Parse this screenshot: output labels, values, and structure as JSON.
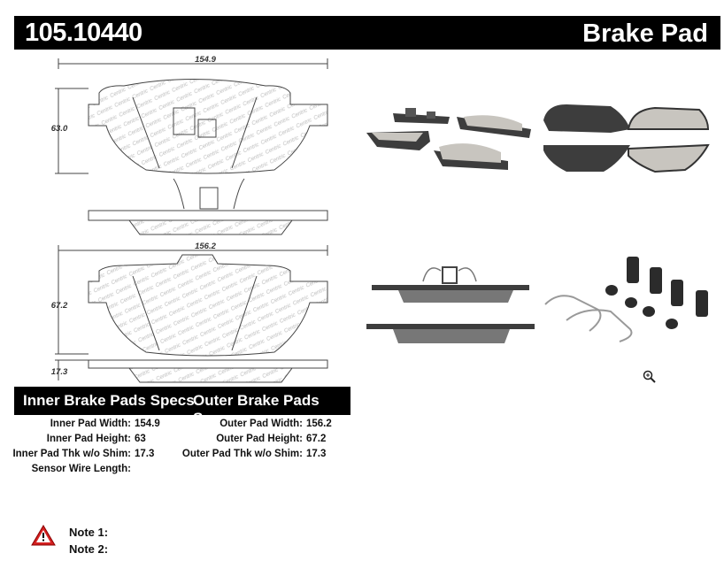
{
  "header": {
    "part_number": "105.10440",
    "product_type": "Brake Pad"
  },
  "drawing": {
    "inner_width": "154.9",
    "inner_height": "63.0",
    "outer_width": "156.2",
    "outer_height": "67.2",
    "thickness": "17.3"
  },
  "specs": {
    "inner_title": "Inner Brake Pads Specs",
    "outer_title": "Outer Brake Pads Specs",
    "inner_rows": [
      {
        "label": "Inner Pad Width:",
        "value": "154.9"
      },
      {
        "label": "Inner Pad Height:",
        "value": "63"
      },
      {
        "label": "Inner Pad Thk w/o Shim:",
        "value": "17.3"
      },
      {
        "label": "Sensor Wire Length:",
        "value": ""
      }
    ],
    "outer_rows": [
      {
        "label": "Outer Pad Width:",
        "value": "156.2"
      },
      {
        "label": "Outer Pad Height:",
        "value": "67.2"
      },
      {
        "label": "Outer Pad Thk w/o Shim:",
        "value": "17.3"
      }
    ]
  },
  "notes": {
    "note1": "Note 1:",
    "note2": "Note 2:"
  },
  "icons": {
    "warning": "warning-triangle-icon",
    "zoom": "zoom-in-icon"
  },
  "colors": {
    "pad_material": "#c9c6c0",
    "backing_plate": "#3a3a3a",
    "header_bg": "#000000"
  }
}
